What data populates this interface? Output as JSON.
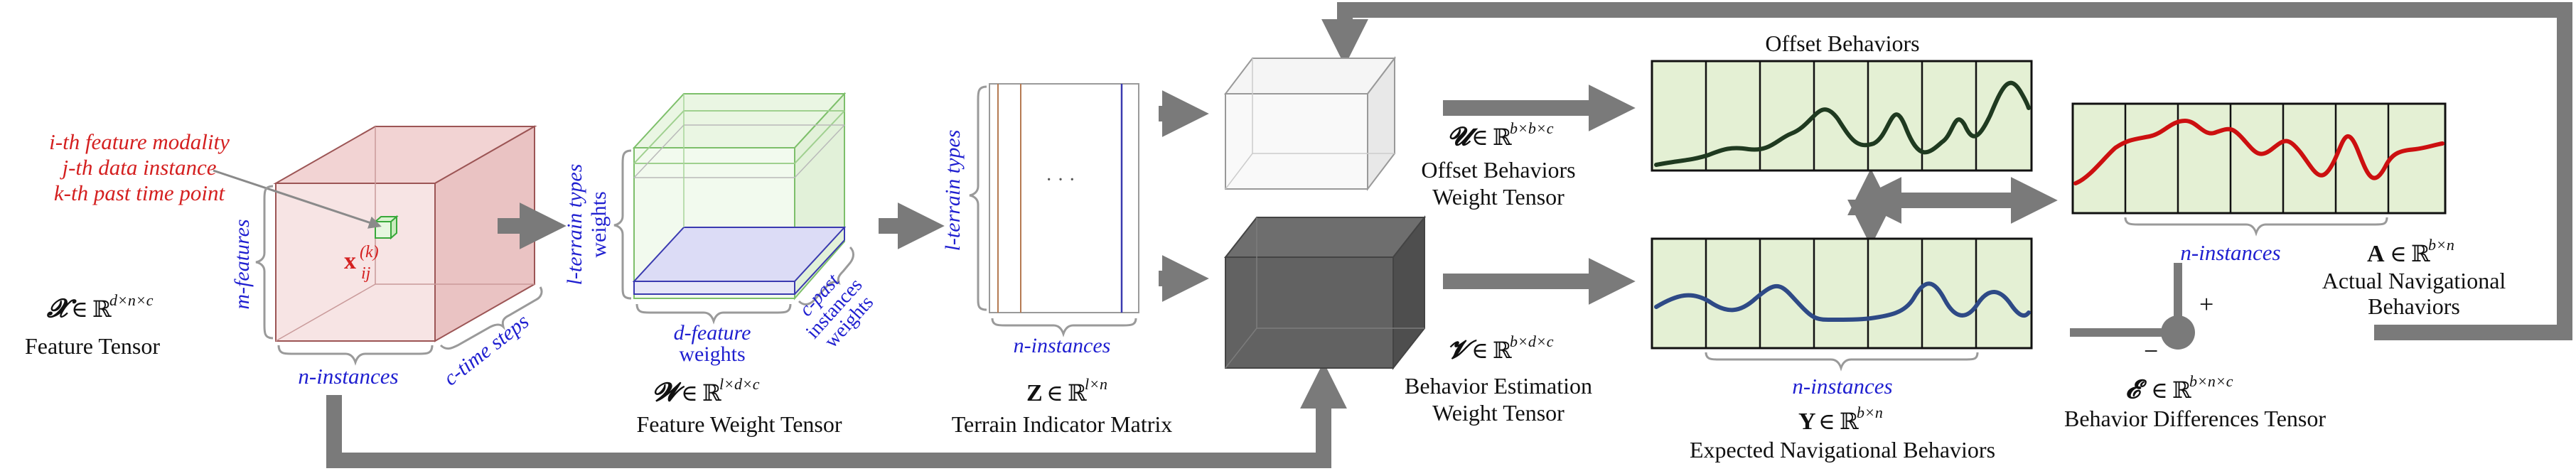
{
  "colors": {
    "accent_red": "#d42020",
    "accent_blue": "#1f1fd0",
    "arrow_gray": "#7a7a7a",
    "cube_red_fill": "#f7e4e4",
    "cube_red_edge": "#9c5555",
    "cube_green_edge": "#7dbf6a",
    "cube_blue_edge": "#3a3ab0",
    "panel_green": "#e4f0d4",
    "curve_dark_green": "#1f3a20",
    "curve_navy": "#2e4a86",
    "curve_red": "#cc1010"
  },
  "annotations": {
    "ith_modality": "i-th feature modality",
    "jth_instance": "j-th data instance",
    "kth_time": "k-th past time point",
    "x_element": "x",
    "x_sub": "ij",
    "x_sup": "(k)"
  },
  "feature_tensor": {
    "symbol": "𝓧",
    "in": "∈",
    "space": "ℝ",
    "dims": "d×n×c",
    "caption": "Feature Tensor",
    "m_features": "m-features",
    "n_instances": "n-instances",
    "c_time_steps": "c-time steps"
  },
  "weight_tensor": {
    "symbol": "𝓦",
    "dims": "l×d×c",
    "caption": "Feature Weight Tensor",
    "l_terrain_line1": "l-terrain types",
    "l_terrain_line2": "weights",
    "d_feature_line1": "d-feature",
    "d_feature_line2": "weights",
    "c_past_line1": "c-past",
    "c_past_line2": "instances",
    "c_past_line3": "weights"
  },
  "terrain_matrix": {
    "symbol": "Z",
    "dims": "l×n",
    "caption": "Terrain Indicator Matrix",
    "l_terrain": "l-terrain types",
    "n_instances": "n-instances",
    "ellipsis": "· · ·"
  },
  "offset_tensor": {
    "symbol": "𝓤",
    "dims": "b×b×c",
    "caption_line1": "Offset Behaviors",
    "caption_line2": "Weight Tensor"
  },
  "behavior_tensor": {
    "symbol": "𝓥",
    "dims": "b×d×c",
    "caption_line1": "Behavior Estimation",
    "caption_line2": "Weight Tensor"
  },
  "offset_behaviors": {
    "title": "Offset Behaviors"
  },
  "expected_behaviors": {
    "n_instances": "n-instances",
    "symbol": "Y",
    "dims": "b×n",
    "caption": "Expected Navigational Behaviors"
  },
  "actual_behaviors": {
    "n_instances": "n-instances",
    "symbol": "A",
    "dims": "b×n",
    "caption_line1": "Actual Navigational",
    "caption_line2": "Behaviors"
  },
  "difference_tensor": {
    "symbol": "𝓔",
    "dims": "b×n×c",
    "caption": "Behavior Differences Tensor",
    "plus": "+",
    "minus": "−"
  }
}
